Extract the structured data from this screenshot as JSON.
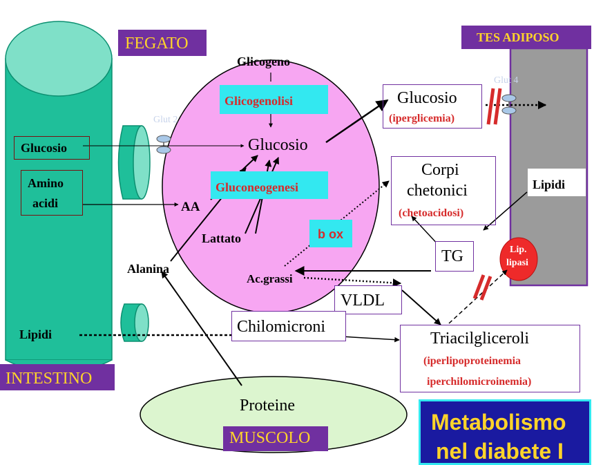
{
  "labels": {
    "fegato": "FEGATO",
    "tes_adiposo": "TES ADIPOSO",
    "intestino": "INTESTINO",
    "muscolo": "MUSCOLO",
    "glicogeno": "Glicogeno",
    "glicogenolisi": "Glicogenolisi",
    "glucosio_liver": "Glucosio",
    "gluconeogenesi": "Gluconeogenesi",
    "glut2": "Glut 2",
    "glut4": "Glut 4",
    "glucosio_int": "Glucosio",
    "amino": "Amino",
    "acidi": "acidi",
    "aa": "AA",
    "lattato": "Lattato",
    "alanina": "Alanina",
    "box": "b ox",
    "acgrassi": "Ac.grassi",
    "glucosio_out": "Glucosio",
    "iperglicemia": "(iperglicemia)",
    "corpi": "Corpi",
    "chetonici": "chetonici",
    "chetoacidosi": "(chetoacidosi)",
    "lipidi_adip": "Lipidi",
    "tg": "TG",
    "lip": "Lip.",
    "lipasi": "lipasi",
    "vldl": "VLDL",
    "chilomicroni": "Chilomicroni",
    "lipidi_int": "Lipidi",
    "triacil": "Triacilgliceroli",
    "iperlipo": "(iperlipoproteinemia",
    "iperchilo": "iperchilomicroinemia)",
    "proteine": "Proteine",
    "title1": "Metabolismo",
    "title2": "nel diabete I"
  },
  "colors": {
    "teal": "#1fbf9a",
    "teal_light": "#7fe0c8",
    "liver_pink": "#f7a6f2",
    "cyan": "#33e8f0",
    "purple": "#7030a0",
    "yellow": "#ffd42a",
    "red": "#d62b2b",
    "muscle_green": "#dcf5cf",
    "adipose_gray": "#9b9b9b",
    "navy": "#1a1aa0"
  }
}
